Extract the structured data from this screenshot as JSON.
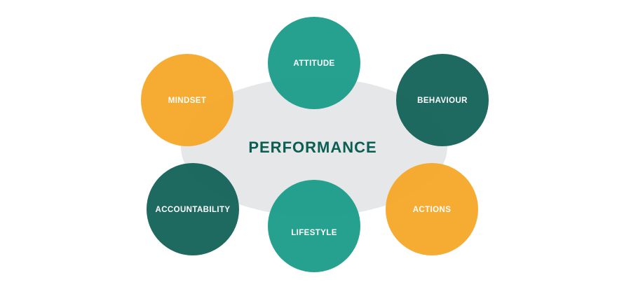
{
  "center": {
    "label": "PERFORMANCE",
    "color": "#0b5e52",
    "ellipse_color": "#e6e7e8"
  },
  "colors": {
    "teal": "#169a86",
    "dark_green": "#0d5e54",
    "orange": "#f5a623"
  },
  "nodes": {
    "attitude": {
      "label": "ATTITUDE",
      "color": "#169a86"
    },
    "mindset": {
      "label": "MINDSET",
      "color": "#f5a623"
    },
    "behaviour": {
      "label": "BEHAVIOUR",
      "color": "#0d5e54"
    },
    "accountability": {
      "label": "ACCOUNTABILITY",
      "color": "#0d5e54"
    },
    "lifestyle": {
      "label": "LIFESTYLE",
      "color": "#169a86"
    },
    "actions": {
      "label": "ACTIONS",
      "color": "#f5a623"
    }
  }
}
